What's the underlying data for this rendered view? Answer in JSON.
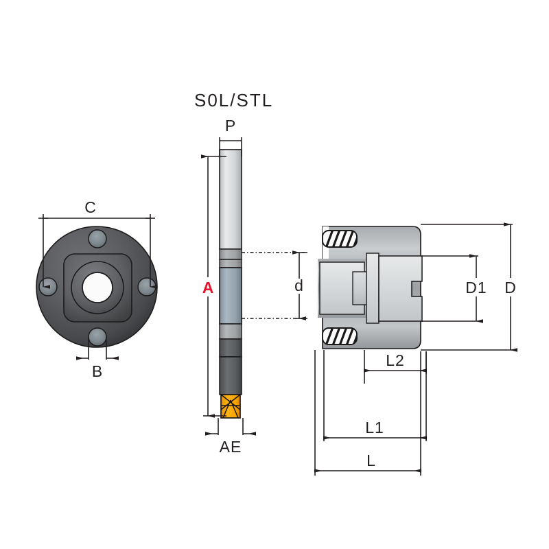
{
  "drawing": {
    "title": "S0L/STL",
    "background_color": "#ffffff",
    "line_color": "#231f20",
    "accent_color": "#e8142d",
    "tip_color": "#f5a400"
  },
  "labels": {
    "title": "S0L/STL",
    "p": "P",
    "a": "A",
    "ae": "AE",
    "c": "C",
    "b": "B",
    "d_small": "d",
    "d1": "D1",
    "d_large": "D",
    "l2": "L2",
    "l1": "L1",
    "l": "L"
  },
  "views": {
    "front_flange": {
      "name": "front-flange-view",
      "description": "circular flange face with four bolt holes, rounded square pad, central bore",
      "hole_count": 4
    },
    "side_blade": {
      "name": "side-blade-section",
      "description": "vertical saw blade cross-section with carbide tip at bottom"
    },
    "hub_assembly": {
      "name": "hub-assembly-section",
      "description": "arbor / hub cross-section with threaded set-screw slots"
    }
  },
  "icons": {
    "arrow_marker": "arrow-marker",
    "carbide_tip": "carbide-tip-icon",
    "thread_hatch": "thread-hatch-icon"
  }
}
